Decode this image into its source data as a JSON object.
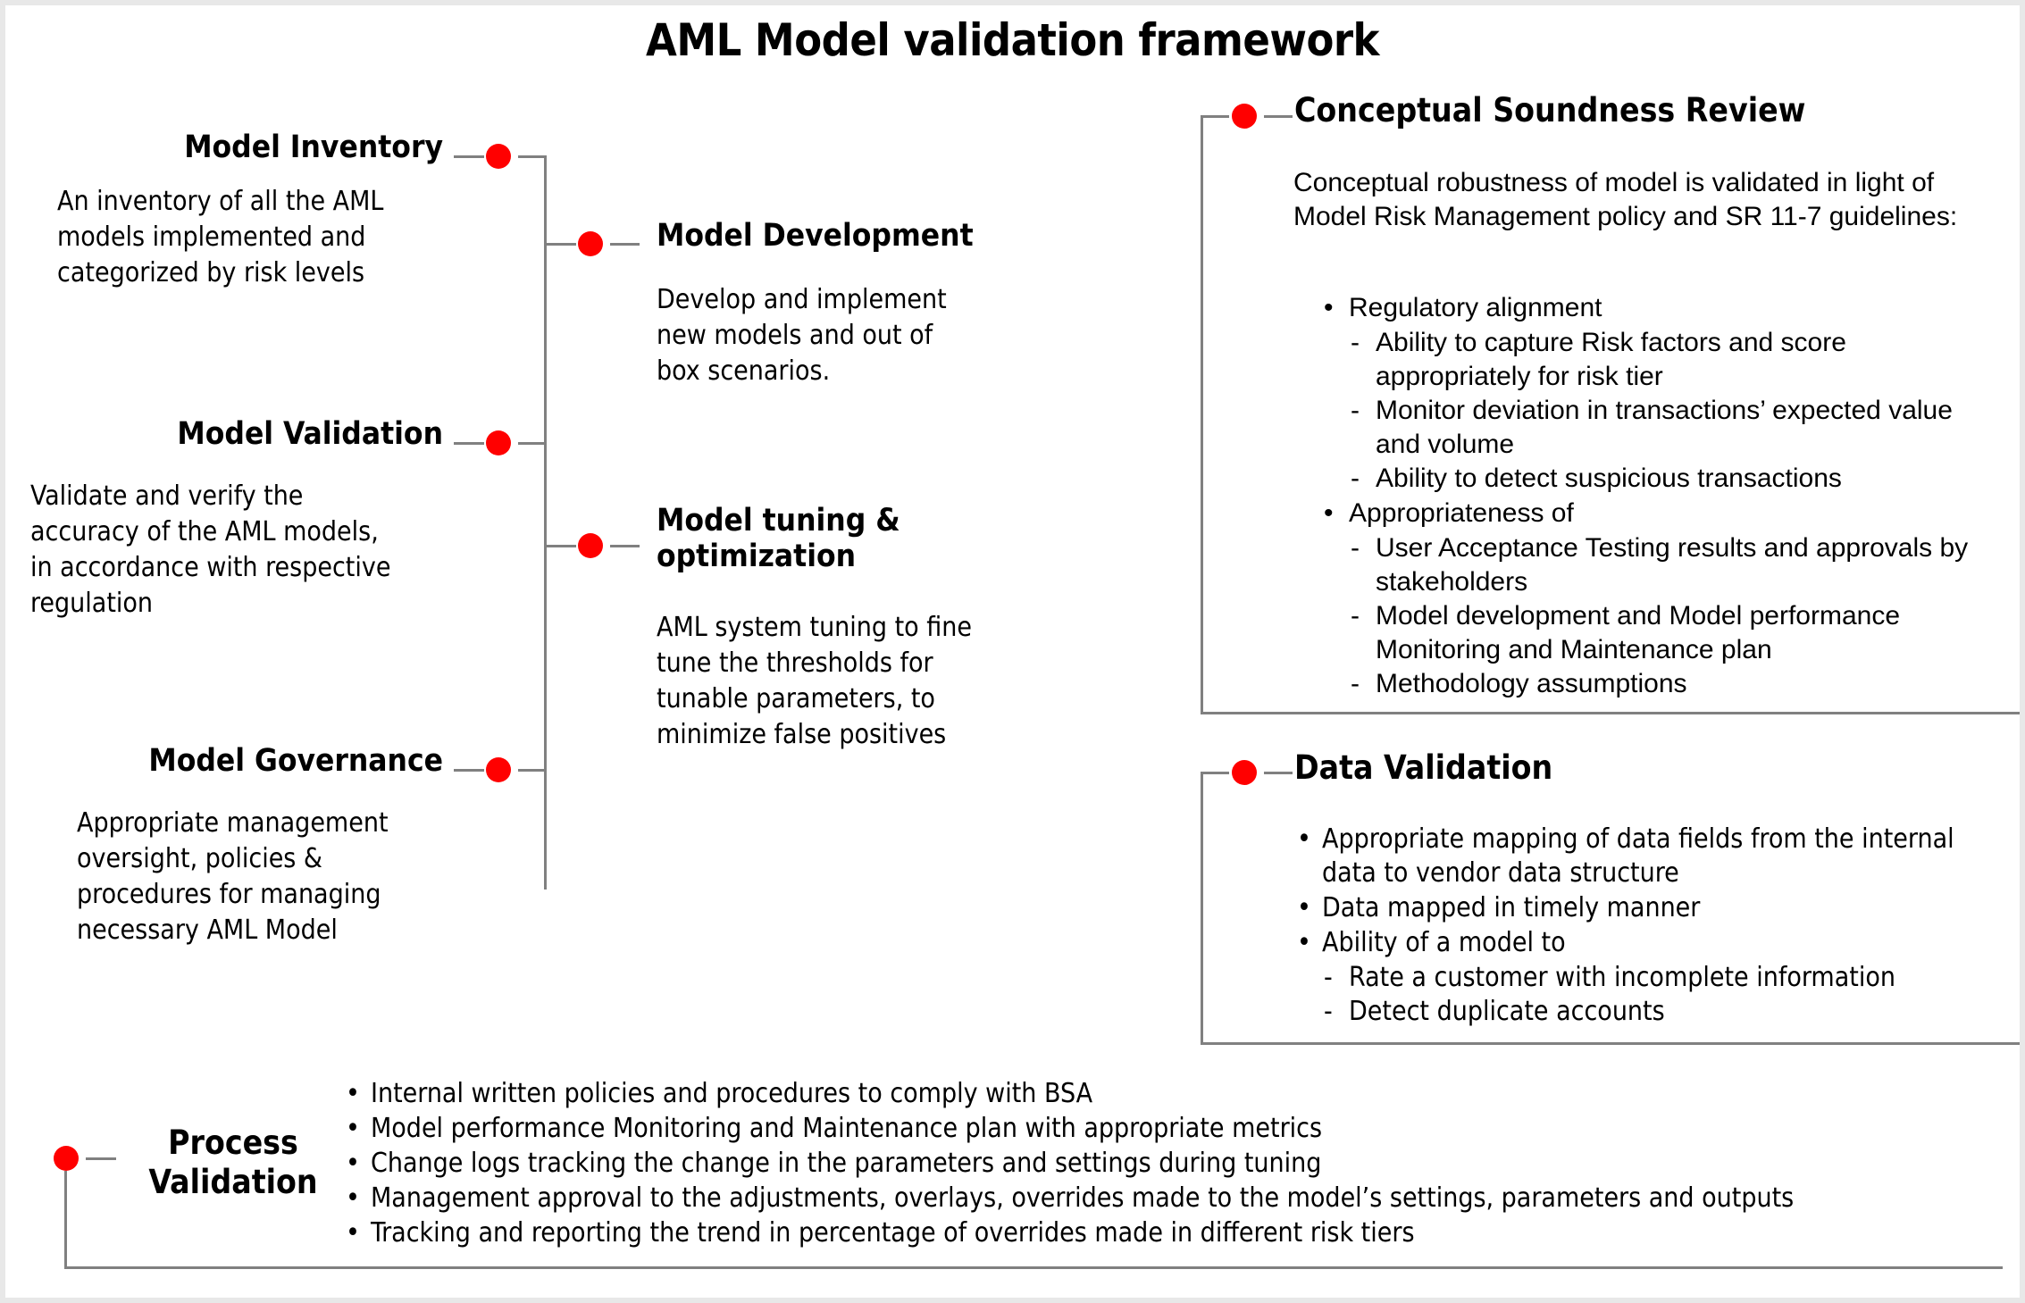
{
  "title": "AML Model validation framework",
  "colors": {
    "dot": "#ff0000",
    "connector": "#808080",
    "text": "#000000",
    "canvas": "#ffffff",
    "frame": "#e8e8e8"
  },
  "left_column": [
    {
      "id": "model-inventory",
      "heading": "Model Inventory",
      "body": "An inventory of all the AML\nmodels implemented and\ncategorized by risk levels"
    },
    {
      "id": "model-validation",
      "heading": "Model Validation",
      "body": "Validate and verify the\naccuracy of the AML models,\nin accordance with respective\nregulation"
    },
    {
      "id": "model-governance",
      "heading": "Model Governance",
      "body": "Appropriate management\noversight, policies &\nprocedures for managing\nnecessary AML Model"
    }
  ],
  "middle_column": [
    {
      "id": "model-development",
      "heading": "Model Development",
      "body": "Develop and implement\nnew models and out of\nbox scenarios."
    },
    {
      "id": "model-tuning",
      "heading": "Model tuning &\noptimization",
      "body": "AML system tuning to fine\ntune the thresholds for\ntunable parameters, to\nminimize false positives"
    }
  ],
  "right_panels": [
    {
      "id": "conceptual-soundness-review",
      "heading": "Conceptual Soundness Review",
      "intro": "Conceptual robustness of model is validated in light of Model Risk Management policy and SR 11-7 guidelines:",
      "bullets": [
        {
          "level": 1,
          "marker": "•",
          "text": "Regulatory alignment"
        },
        {
          "level": 2,
          "marker": "-",
          "text": "Ability to capture Risk factors and score appropriately for risk tier"
        },
        {
          "level": 2,
          "marker": "-",
          "text": "Monitor deviation in transactions’ expected value and volume"
        },
        {
          "level": 2,
          "marker": "-",
          "text": "Ability to detect suspicious transactions"
        },
        {
          "level": 1,
          "marker": "•",
          "text": "Appropriateness of"
        },
        {
          "level": 2,
          "marker": "-",
          "text": "User Acceptance Testing results and approvals by stakeholders"
        },
        {
          "level": 2,
          "marker": "-",
          "text": "Model development and Model performance Monitoring and Maintenance plan"
        },
        {
          "level": 2,
          "marker": "-",
          "text": "Methodology assumptions"
        }
      ]
    },
    {
      "id": "data-validation",
      "heading": "Data Validation",
      "intro": "",
      "bullets": [
        {
          "level": 1,
          "marker": "•",
          "text": "Appropriate mapping of data fields from the internal data to vendor data structure"
        },
        {
          "level": 1,
          "marker": "•",
          "text": "Data mapped in timely manner"
        },
        {
          "level": 1,
          "marker": "•",
          "text": "Ability of a model to"
        },
        {
          "level": 2,
          "marker": "-",
          "text": "Rate a customer with incomplete information"
        },
        {
          "level": 2,
          "marker": "-",
          "text": "Detect duplicate accounts"
        }
      ]
    }
  ],
  "process_validation": {
    "id": "process-validation",
    "heading": "Process\nValidation",
    "bullets": [
      {
        "level": 1,
        "marker": "•",
        "text": "Internal written policies and procedures to comply with BSA"
      },
      {
        "level": 1,
        "marker": "•",
        "text": "Model performance Monitoring and Maintenance plan with appropriate metrics"
      },
      {
        "level": 1,
        "marker": "•",
        "text": "Change logs tracking the change in the parameters and settings during tuning"
      },
      {
        "level": 1,
        "marker": "•",
        "text": "Management approval to the adjustments, overlays, overrides made to the model’s settings, parameters and outputs"
      },
      {
        "level": 1,
        "marker": "•",
        "text": "Tracking and reporting the trend in percentage of overrides made in different risk tiers"
      }
    ]
  }
}
